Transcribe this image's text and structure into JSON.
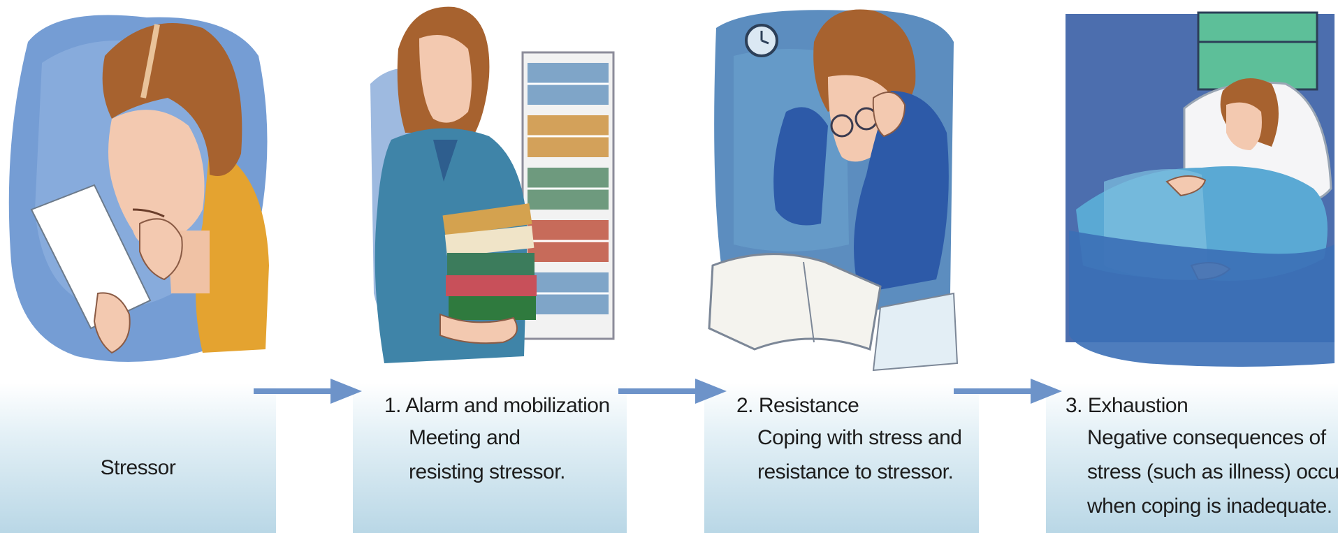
{
  "stages": [
    {
      "title": "",
      "description": [],
      "label": "Stressor"
    },
    {
      "title": "1. Alarm and mobilization",
      "description": [
        "Meeting and",
        "resisting stressor."
      ]
    },
    {
      "title": "2. Resistance",
      "description": [
        "Coping with stress and",
        "resistance to stressor."
      ]
    },
    {
      "title": "3. Exhaustion",
      "description": [
        "Negative consequences of",
        "stress (such as illness) occur",
        "when coping is inadequate."
      ]
    }
  ],
  "illustrations": [
    "woman-reading-letter-illustration",
    "woman-carrying-books-illustration",
    "woman-studying-stressed-illustration",
    "woman-ill-in-bed-illustration"
  ],
  "colors": {
    "arrow": "#6d93c9",
    "caption_gradient_bottom": "#b9d7e6",
    "watercolor_blue": "#4f7fc0",
    "hair": "#a7622f",
    "skin": "#f3c9b0"
  }
}
